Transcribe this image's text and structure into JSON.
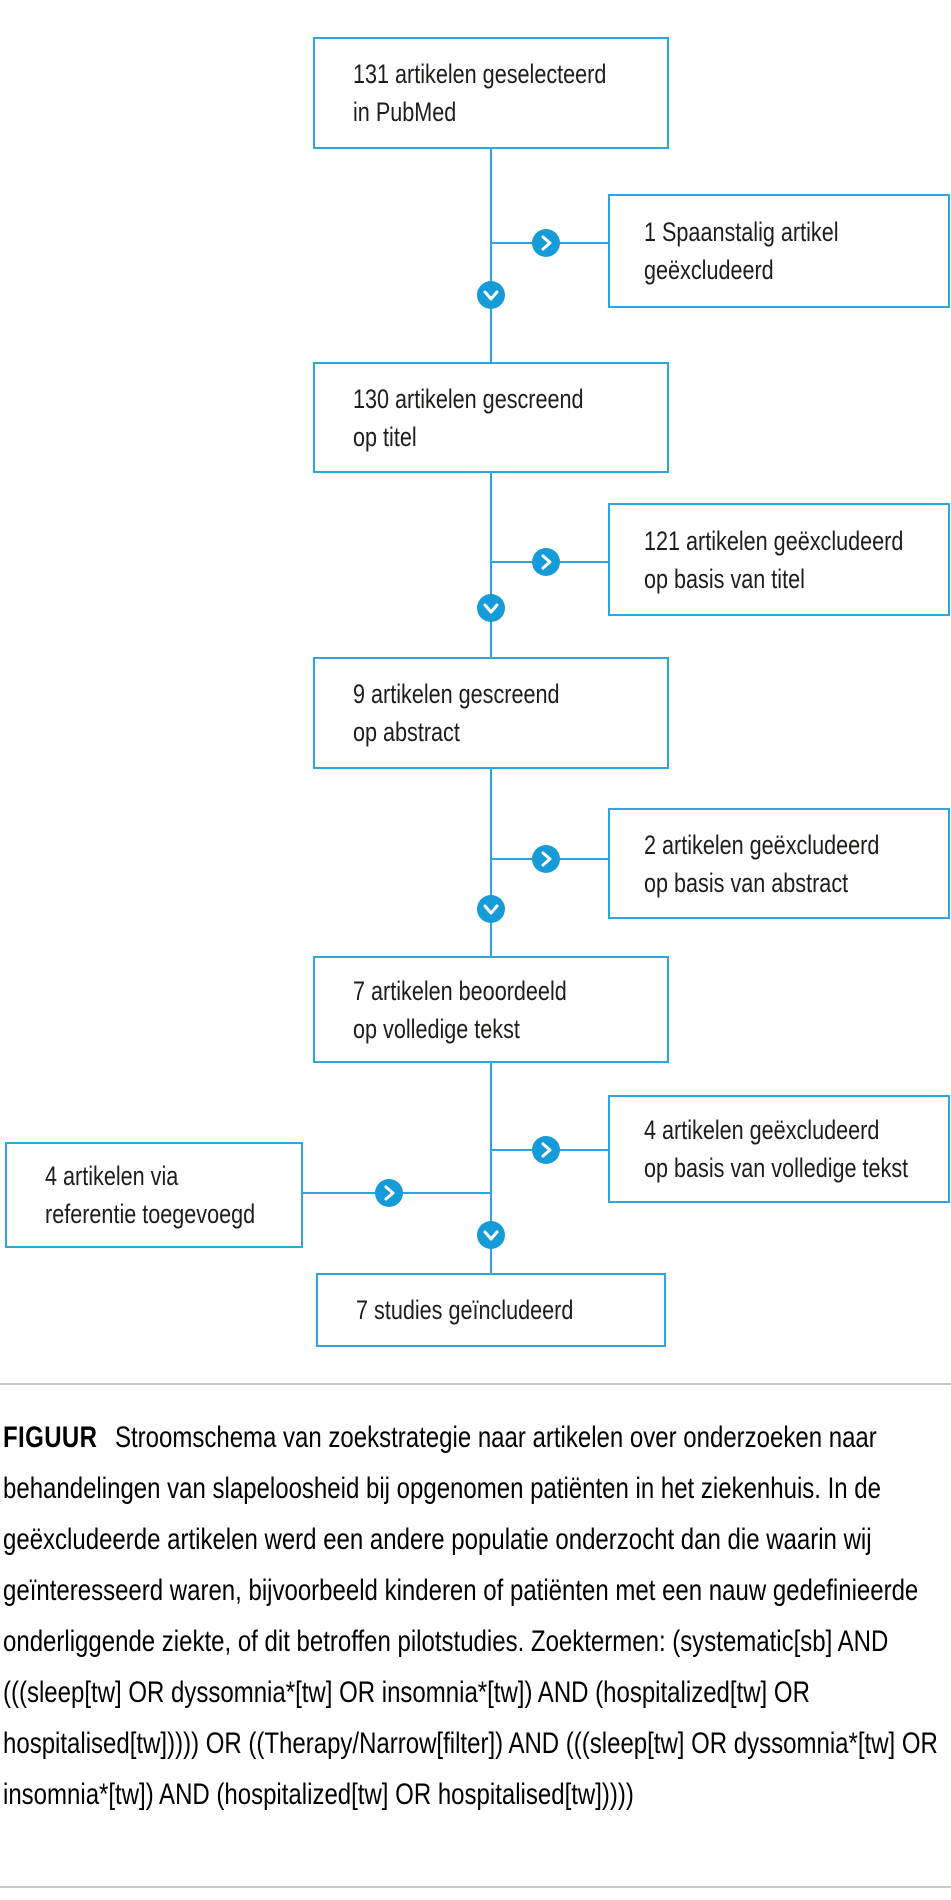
{
  "figure": {
    "flowchart": {
      "main_boxes": [
        {
          "lines": [
            "131 artikelen geselecteerd",
            "in PubMed"
          ]
        },
        {
          "lines": [
            "130 artikelen gescreend",
            "op titel"
          ]
        },
        {
          "lines": [
            "9 artikelen gescreend",
            "op abstract"
          ]
        },
        {
          "lines": [
            "7 artikelen beoordeeld",
            "op volledige tekst"
          ]
        },
        {
          "lines": [
            "7 studies geïncludeerd"
          ]
        }
      ],
      "exclusion_boxes": [
        {
          "lines": [
            "1 Spaanstalig artikel",
            "geëxcludeerd"
          ]
        },
        {
          "lines": [
            "121 artikelen geëxcludeerd",
            "op basis van titel"
          ]
        },
        {
          "lines": [
            "2 artikelen geëxcludeerd",
            "op basis van abstract"
          ]
        },
        {
          "lines": [
            "4 artikelen geëxcludeerd",
            "op basis van volledige tekst"
          ]
        }
      ],
      "addition_box": {
        "lines": [
          "4 artikelen via",
          "referentie toegevoegd"
        ]
      }
    },
    "caption": {
      "label": "FIGUUR",
      "text": "Stroomschema van zoekstrategie naar artikelen over onderzoeken naar behandelingen van slapeloosheid bij opgenomen patiënten in het ziekenhuis. In de geëxcludeerde artikelen werd een andere populatie onderzocht dan die waarin wij geïnteresseerd waren, bijvoorbeeld kinderen of patiënten met een nauw gedefinieerde onderliggende ziekte, of dit betroffen pilotstudies. Zoektermen: (systematic[sb] AND (((sleep[tw] OR dyssomnia*[tw] OR insomnia*[tw]) AND (hospitalized[tw] OR hospitalised[tw])))) OR ((Therapy/Narrow[filter]) AND (((sleep[tw] OR dyssomnia*[tw] OR insomnia*[tw]) AND (hospitalized[tw] OR hospitalised[tw]))))"
    },
    "colors": {
      "box-border": "#2CA6DC",
      "connector": "#2CA6DC",
      "arrow-circle": "#149BD8",
      "arrow-glyph": "#FFFFFF",
      "text": "#1D1D1B",
      "divider": "#C9C9C9"
    }
  }
}
